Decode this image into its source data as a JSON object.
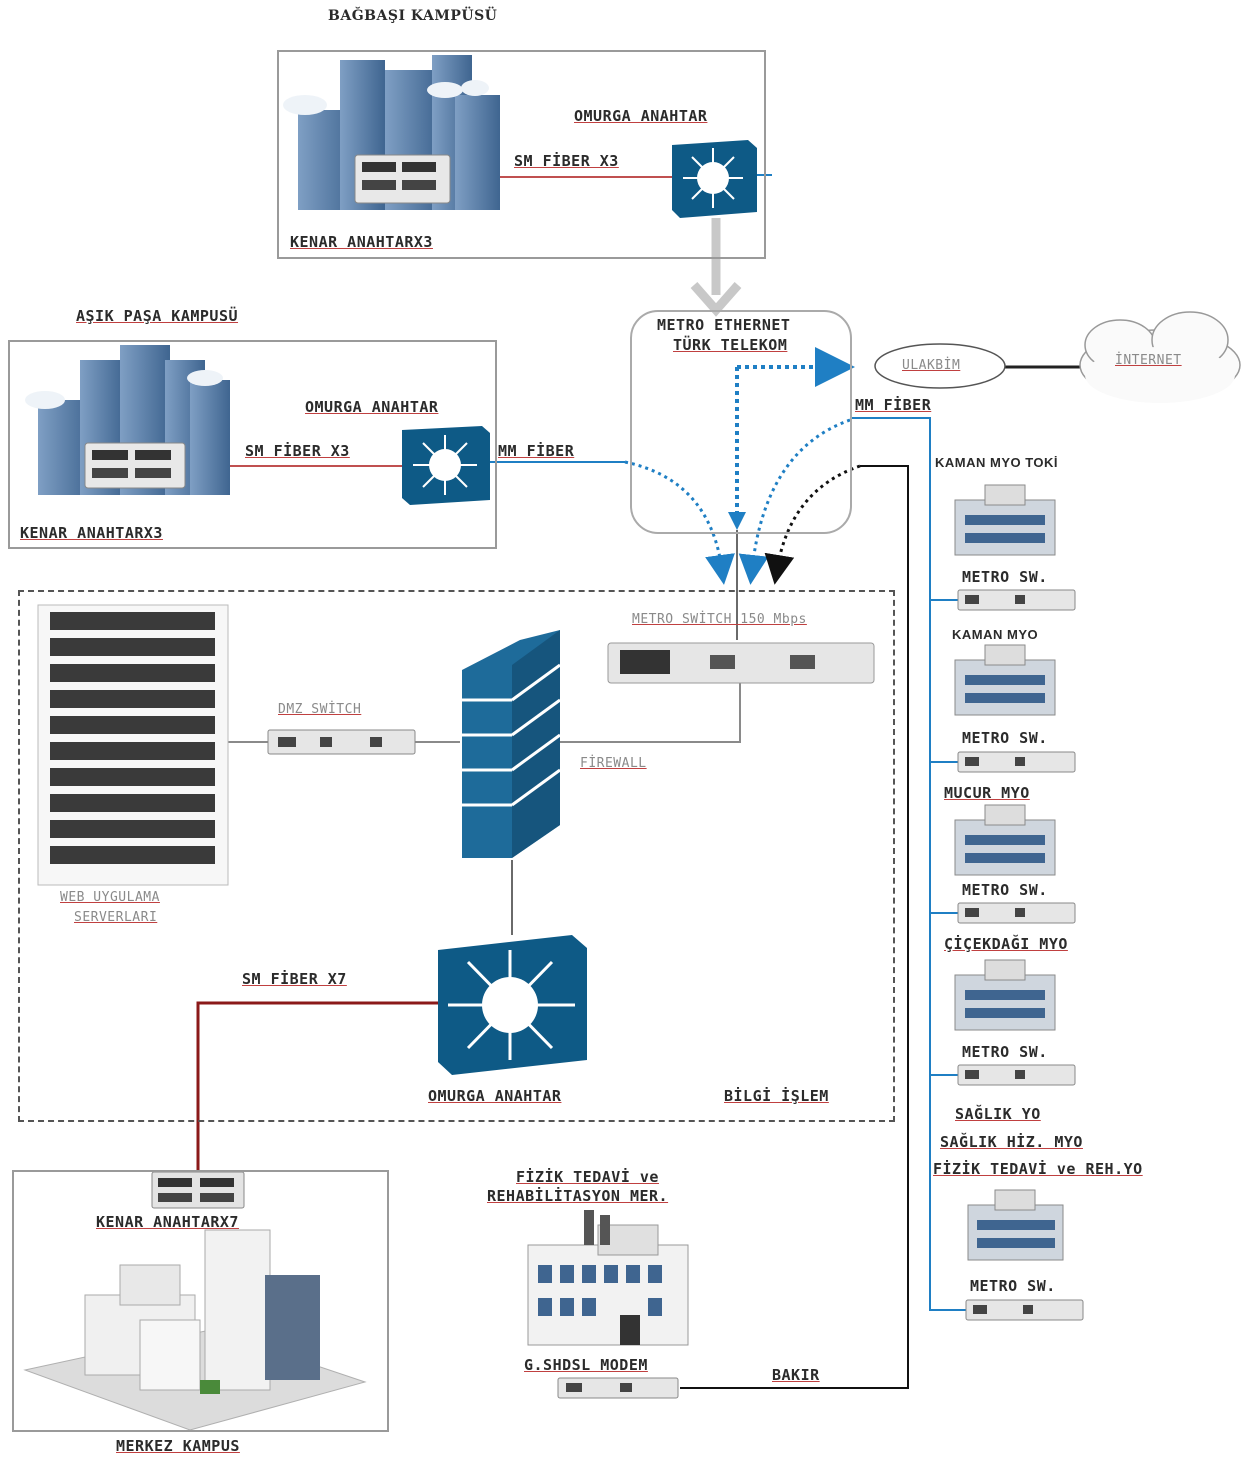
{
  "campuses": {
    "bagbasi": {
      "title": "BAĞBAŞI KAMPÜSÜ",
      "core": "OMURGA ANAHTAR",
      "link": "SM FİBER X3",
      "edge": "KENAR ANAHTARX3"
    },
    "asik_pasa": {
      "title": "AŞIK PAŞA KAMPUSÜ",
      "core": "OMURGA ANAHTAR",
      "link": "SM FİBER X3",
      "mm": "MM FİBER",
      "edge": "KENAR ANAHTARX3"
    },
    "merkez": {
      "title": "MERKEZ KAMPUS",
      "edge": "KENAR ANAHTARX7",
      "link": "SM FİBER X7"
    }
  },
  "metro": {
    "line1": "METRO ETHERNET",
    "line2": "TÜRK TELEKOM",
    "mm": "MM FİBER"
  },
  "cloud": {
    "ulakbim": "ULAKBİM",
    "internet": "İNTERNET"
  },
  "datacenter": {
    "metro_switch": "METRO SWİTCH 150 Mbps",
    "dmz": "DMZ SWİTCH",
    "firewall": "FİREWALL",
    "web1": "WEB UYGULAMA",
    "web2": "SERVERLARI",
    "core": "OMURGA ANAHTAR",
    "dept": "BİLGİ İŞLEM"
  },
  "sites": [
    {
      "name": "KAMAN MYO TOKİ",
      "sw": "METRO SW."
    },
    {
      "name": "KAMAN MYO",
      "sw": "METRO SW."
    },
    {
      "name": "MUCUR MYO",
      "sw": "METRO SW."
    },
    {
      "name": "ÇİÇEKDAĞI MYO",
      "sw": "METRO SW."
    }
  ],
  "saglik": {
    "l1": "SAĞLIK YO",
    "l2": "SAĞLIK HİZ. MYO",
    "l3": "FİZİK TEDAVİ ve REH.YO",
    "sw": "METRO SW."
  },
  "ftr": {
    "l1": "FİZİK TEDAVİ ve",
    "l2": "REHABİLİTASYON MER.",
    "modem": "G.SHDSL MODEM",
    "copper": "BAKIR"
  },
  "colors": {
    "blue": "#1f7fc4",
    "darkred": "#8b1a1a",
    "navy": "#0e5a86",
    "grey": "#9a9a9a"
  }
}
